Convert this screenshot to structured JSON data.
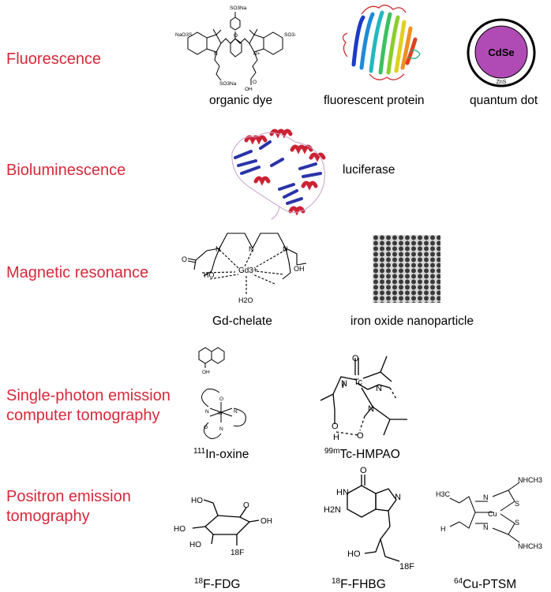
{
  "rows": {
    "fluorescence": {
      "label": "Fluorescence",
      "items": {
        "dye": {
          "caption": "organic dye",
          "atoms": {
            "so3na_top": "SO3Na",
            "naso3": "NaO3S",
            "so3_minus": "SO3-",
            "so3na_bottom": "SO3Na",
            "o": "O",
            "oh": "OH",
            "o_ether": "O",
            "n_plus": "N+",
            "n": "N"
          }
        },
        "protein": {
          "caption": "fluorescent protein"
        },
        "qdot": {
          "caption": "quantum dot",
          "core": "CdSe",
          "shell": "ZnS",
          "core_color": "#b04ab4"
        }
      }
    },
    "bioluminescence": {
      "label": "Bioluminescence",
      "items": {
        "luciferase": {
          "caption": "luciferase"
        }
      }
    },
    "mri": {
      "label": "Magnetic resonance",
      "items": {
        "gd": {
          "caption": "Gd-chelate",
          "atoms": {
            "gd": "Gd3+",
            "n1": "N",
            "n2": "N",
            "n3": "N",
            "ho": "HO",
            "oh": "OH",
            "h2o": "H2O",
            "o": "O"
          }
        },
        "iron": {
          "caption": "iron oxide nanoparticle"
        }
      }
    },
    "spect": {
      "label": "Single-photon emission\ncomputer tomography",
      "items": {
        "inoxine": {
          "caption_sup": "111",
          "caption_main": "In-oxine",
          "atoms": {
            "oh": "OH",
            "in": "In",
            "n": "N",
            "o": "O"
          }
        },
        "tc": {
          "caption_sup": "99m",
          "caption_main": "Tc-HMPAO",
          "atoms": {
            "tc": "Tc",
            "n": "N",
            "o": "O",
            "h": "H"
          }
        }
      }
    },
    "pet": {
      "label": "Positron emission\ntomography",
      "items": {
        "fdg": {
          "caption_sup": "18",
          "caption_main": "F-FDG",
          "atoms": {
            "ho": "HO",
            "oh": "OH",
            "o": "O",
            "f18": "18F"
          }
        },
        "fhbg": {
          "caption_sup": "18",
          "caption_main": "F-FHBG",
          "atoms": {
            "h2n": "H2N",
            "hn": "HN",
            "n": "N",
            "o": "O",
            "ho": "HO",
            "f18": "18F"
          }
        },
        "cu": {
          "caption_sup": "64",
          "caption_main": "Cu-PTSM",
          "atoms": {
            "nhch3": "NHCH3",
            "h3c": "H3C",
            "cu": "Cu",
            "s": "S",
            "n": "N",
            "h": "H"
          }
        }
      }
    }
  },
  "colors": {
    "label": "#d8283a",
    "helix": "#cc2233",
    "sheet": "#2a33a8"
  }
}
